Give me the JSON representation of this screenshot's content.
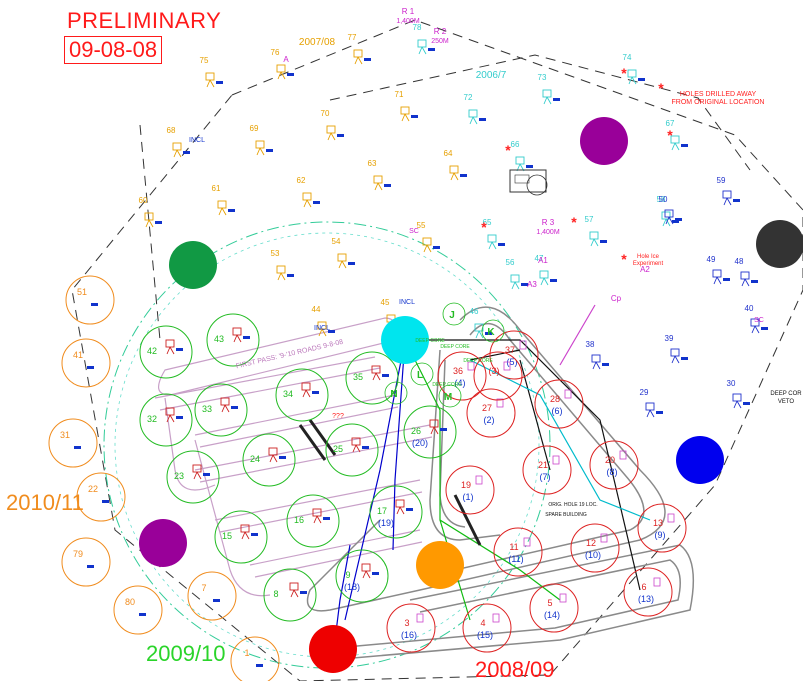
{
  "header": {
    "title": "PRELIMINARY",
    "date": "09-08-08"
  },
  "eras": [
    {
      "id": "era-2010",
      "label": "2010/11",
      "color": "#f08c1e"
    },
    {
      "id": "era-2009",
      "label": "2009/10",
      "color": "#2ad42a"
    },
    {
      "id": "era-2008",
      "label": "2008/09",
      "color": "#ff1a1a"
    }
  ],
  "phase_labels": {
    "p2007": "2007/08",
    "p2006": "2006/7"
  },
  "notes": {
    "holes_line1": "HOLES DRILLED AWAY",
    "holes_line2": "FROM ORIGINAL LOCATION",
    "hole_ice_1": "Hole Ice",
    "hole_ice_2": "Experiment",
    "deep_core_1": "DEEP COR",
    "deep_core_2": "VETO",
    "first_pass": "FIRST PASS: '9-'10 ROADS 9-8-08",
    "qqq": "???",
    "orig_hole": "ORIG. HOLE 19 LOC.",
    "spare_bldg": "SPARE BUILDING",
    "incl": "INCL",
    "sc": "SC"
  },
  "markers": [
    {
      "label": "R 1",
      "sub": "1,400M",
      "color": "#cc22cc"
    },
    {
      "label": "R 2",
      "sub": "250M",
      "color": "#cc22cc"
    },
    {
      "label": "R 3",
      "sub": "1,400M",
      "color": "#cc22cc"
    },
    {
      "label": "A1",
      "color": "#cc22cc"
    },
    {
      "label": "A2",
      "color": "#cc22cc"
    },
    {
      "label": "A3",
      "color": "#cc22cc"
    },
    {
      "label": "A",
      "color": "#cc22cc"
    },
    {
      "label": "Cp",
      "color": "#cc22cc"
    }
  ],
  "dots": [
    {
      "name": "purple-dot-ne",
      "color": "#990099"
    },
    {
      "name": "black-dot-e",
      "color": "#333333"
    },
    {
      "name": "green-dot-w",
      "color": "#119944"
    },
    {
      "name": "cyan-dot-center",
      "color": "#00e5ee"
    },
    {
      "name": "blue-dot-e",
      "color": "#0000ee"
    },
    {
      "name": "purple-dot-sw",
      "color": "#990099"
    },
    {
      "name": "orange-dot-s",
      "color": "#ff9900"
    },
    {
      "name": "red-dot-s",
      "color": "#ee0000"
    }
  ],
  "outer_strings": [
    {
      "n": "77"
    },
    {
      "n": "76"
    },
    {
      "n": "75"
    },
    {
      "n": "71"
    },
    {
      "n": "70"
    },
    {
      "n": "69"
    },
    {
      "n": "68"
    },
    {
      "n": "64"
    },
    {
      "n": "63"
    },
    {
      "n": "62"
    },
    {
      "n": "61"
    },
    {
      "n": "60"
    },
    {
      "n": "55"
    },
    {
      "n": "54"
    },
    {
      "n": "53"
    },
    {
      "n": "45"
    },
    {
      "n": "44"
    }
  ],
  "cyan_strings": [
    {
      "n": "78"
    },
    {
      "n": "74"
    },
    {
      "n": "73"
    },
    {
      "n": "72"
    },
    {
      "n": "67"
    },
    {
      "n": "66"
    },
    {
      "n": "65"
    },
    {
      "n": "58"
    },
    {
      "n": "57"
    },
    {
      "n": "56"
    },
    {
      "n": "47"
    },
    {
      "n": "46"
    }
  ],
  "blue_strings": [
    {
      "n": "59"
    },
    {
      "n": "50"
    },
    {
      "n": "49"
    },
    {
      "n": "48"
    },
    {
      "n": "40"
    },
    {
      "n": "39"
    },
    {
      "n": "38"
    },
    {
      "n": "30"
    },
    {
      "n": "29"
    }
  ],
  "green_circles": [
    {
      "n": "43"
    },
    {
      "n": "42"
    },
    {
      "n": "35"
    },
    {
      "n": "34"
    },
    {
      "n": "33"
    },
    {
      "n": "32"
    },
    {
      "n": "25"
    },
    {
      "n": "24"
    },
    {
      "n": "23"
    },
    {
      "n": "17",
      "sub": "(19)"
    },
    {
      "n": "16"
    },
    {
      "n": "15"
    },
    {
      "n": "9",
      "sub": "(18)"
    },
    {
      "n": "8"
    },
    {
      "n": "26",
      "sub": "(20)"
    }
  ],
  "orange_circles": [
    {
      "n": "51"
    },
    {
      "n": "41"
    },
    {
      "n": "31"
    },
    {
      "n": "22"
    },
    {
      "n": "79"
    },
    {
      "n": "80"
    },
    {
      "n": "7"
    },
    {
      "n": "1"
    }
  ],
  "red_circles": [
    {
      "n": "37",
      "sub": "(5)"
    },
    {
      "n": "36",
      "sub": "(4)"
    },
    {
      "n": "28",
      "sub": "(6)"
    },
    {
      "n": "27",
      "sub": "(2)"
    },
    {
      "n": "21",
      "sub": "(7)"
    },
    {
      "n": "20",
      "sub": "(8)"
    },
    {
      "n": "19",
      "sub": "(1)"
    },
    {
      "n": "13",
      "sub": "(9)"
    },
    {
      "n": "12",
      "sub": "(10)"
    },
    {
      "n": "11",
      "sub": "(11)"
    },
    {
      "n": "6",
      "sub": "(13)"
    },
    {
      "n": "5",
      "sub": "(14)"
    },
    {
      "n": "4",
      "sub": "(15)"
    },
    {
      "n": "3",
      "sub": "(16)"
    },
    {
      "n": "(3)"
    }
  ],
  "letter_labels": [
    {
      "t": "J"
    },
    {
      "t": "K"
    },
    {
      "t": "L"
    },
    {
      "t": "M"
    },
    {
      "t": "N"
    }
  ],
  "deep_core_text": "DEEP CORE"
}
